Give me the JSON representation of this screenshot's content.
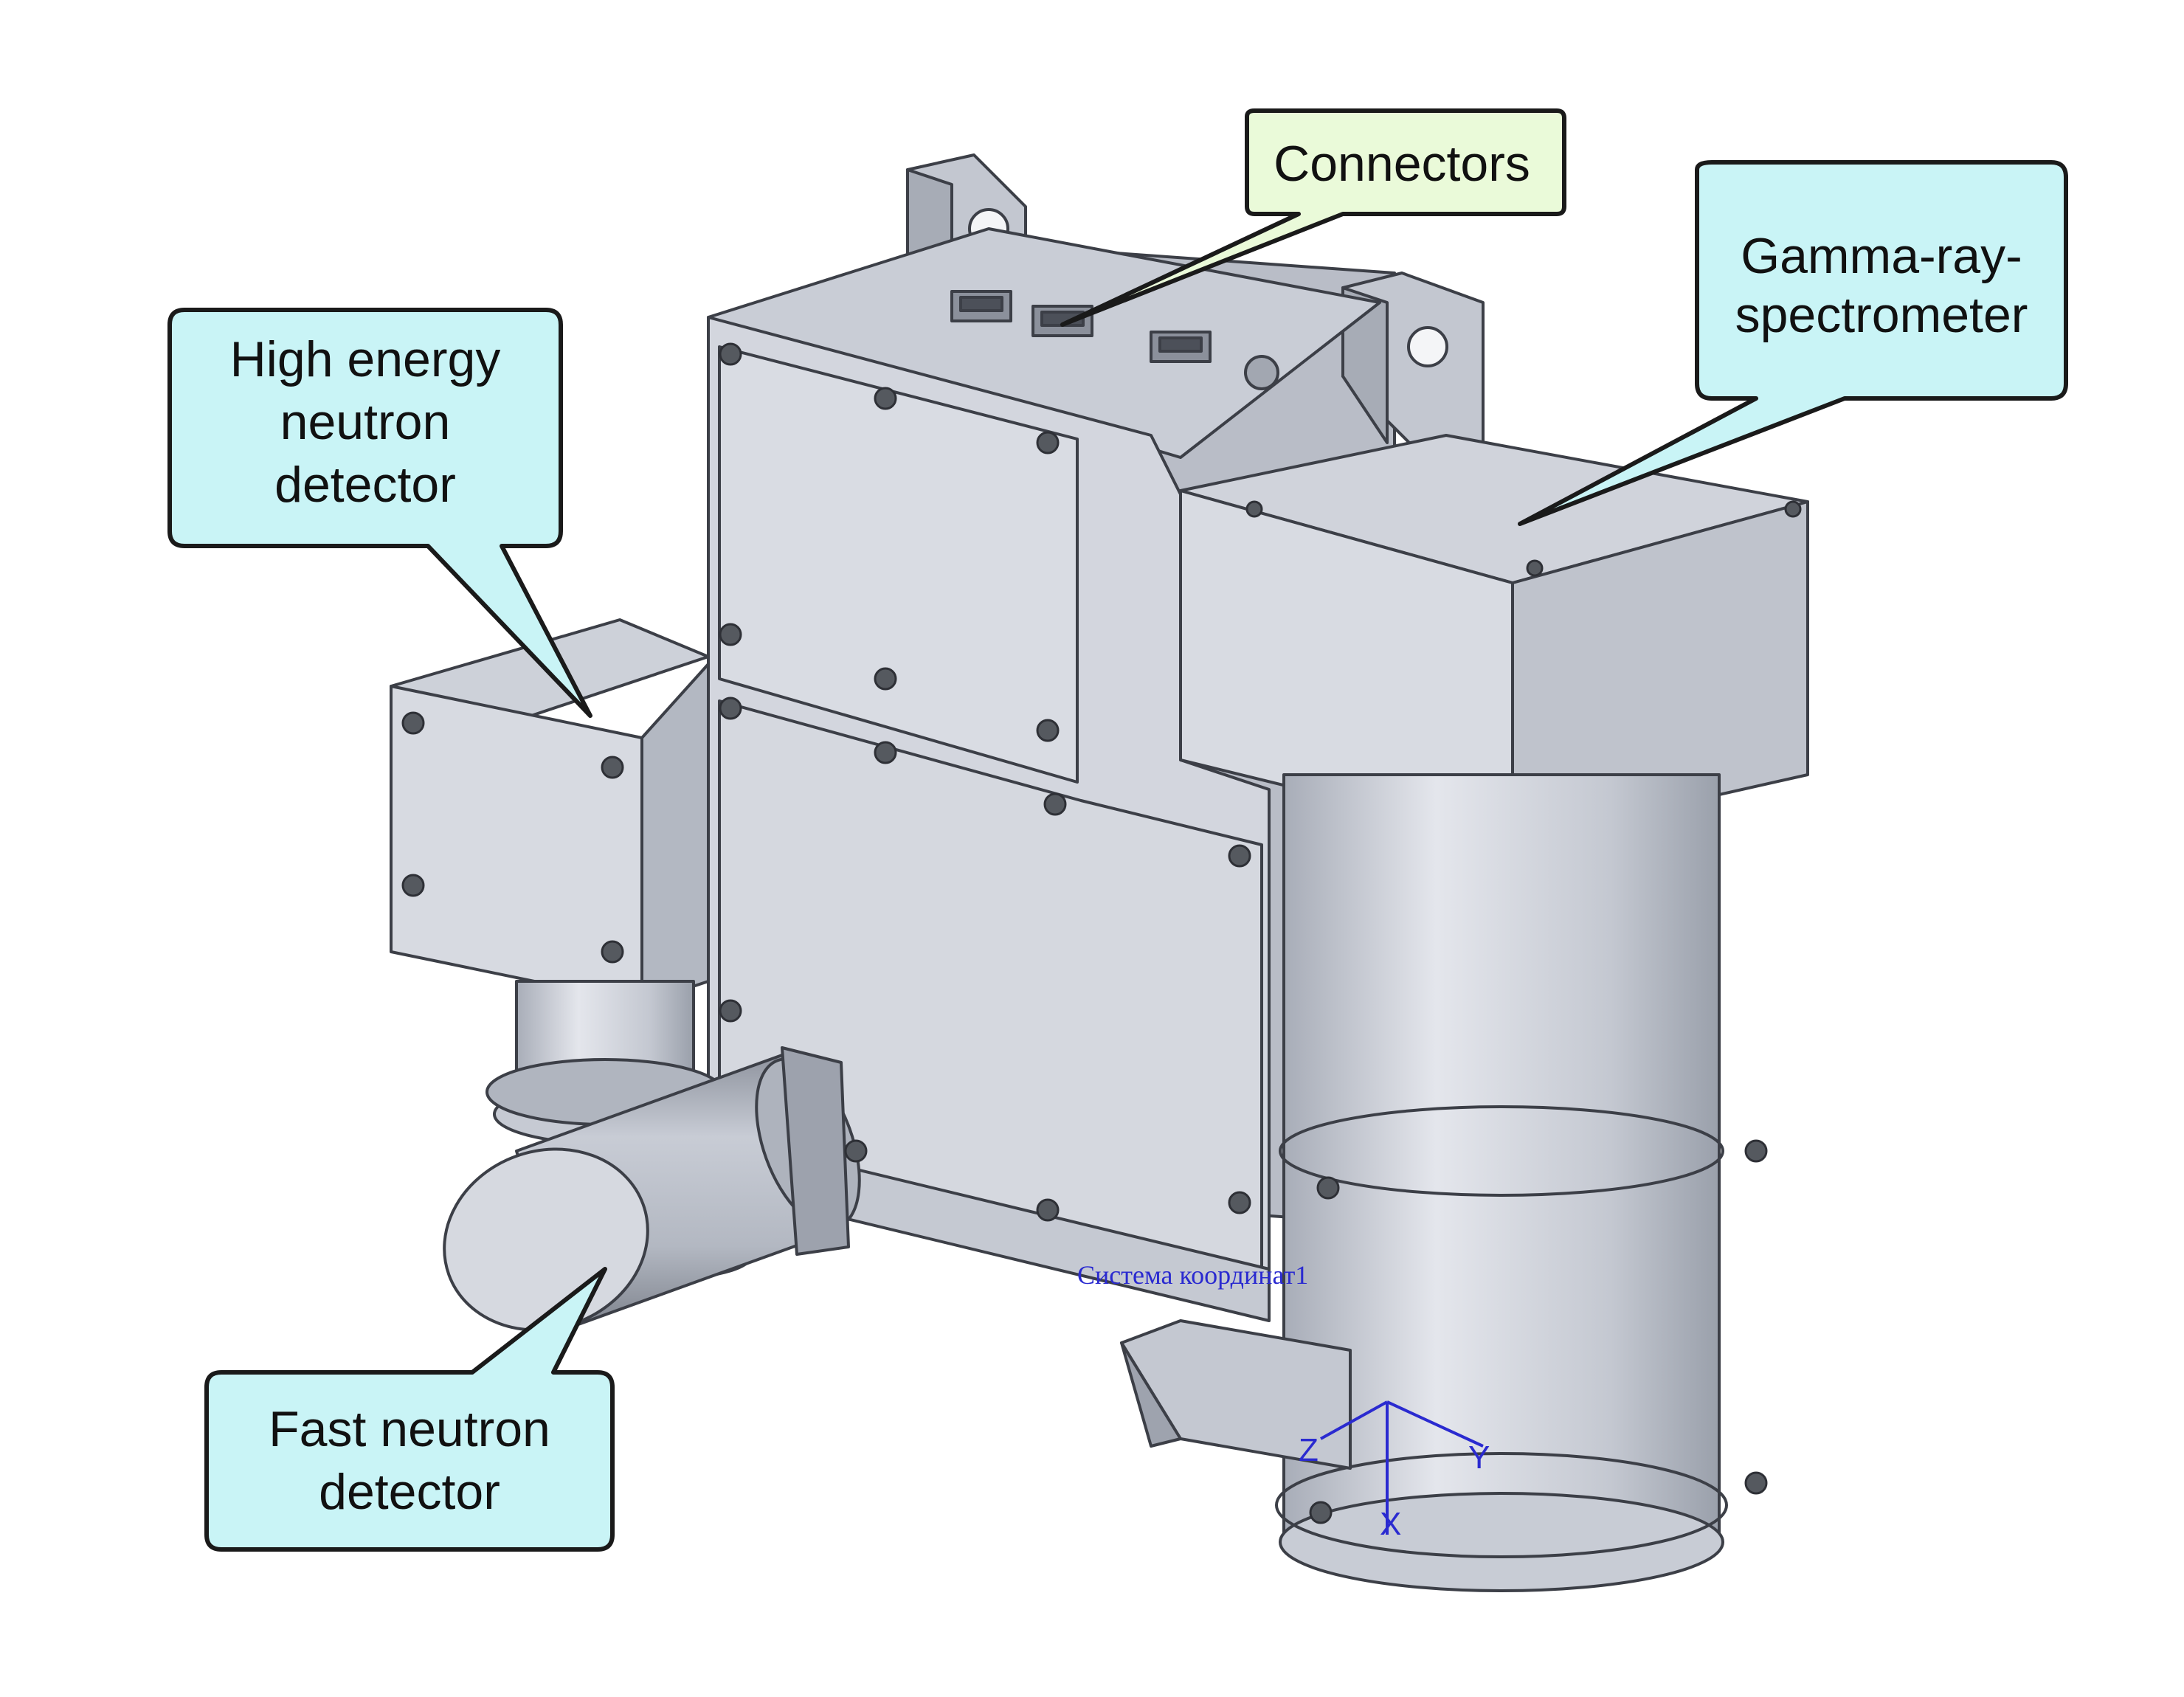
{
  "callouts": {
    "connectors": {
      "lines": [
        "Connectors"
      ],
      "fill": "#eafad9"
    },
    "gamma": {
      "lines": [
        "Gamma-ray-",
        "spectrometer"
      ],
      "fill": "#c9f4f6"
    },
    "high_energy": {
      "lines": [
        "High energy",
        "neutron",
        "detector"
      ],
      "fill": "#c9f4f6"
    },
    "fast_neutron": {
      "lines": [
        "Fast neutron",
        "detector"
      ],
      "fill": "#c9f4f6"
    }
  },
  "cad": {
    "coordinate_system_label": "Система координат1",
    "axes": {
      "x": "X",
      "y": "Y",
      "z": "Z"
    }
  },
  "colors": {
    "metal_light": "#d5d8e0",
    "metal_mid": "#bec2cc",
    "metal_dark": "#9ea3ae",
    "edge": "#3c3f47",
    "axis": "#2a2ad0"
  }
}
